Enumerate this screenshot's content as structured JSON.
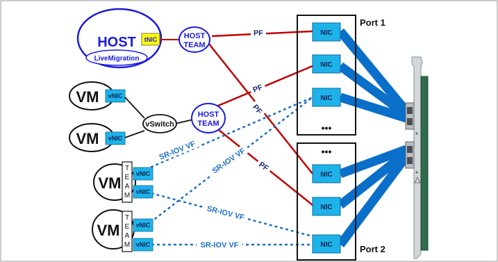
{
  "host": {
    "title": "HOST",
    "live_migration_label": "LiveMigration",
    "tnic_label": "tNIC"
  },
  "host_team_top": {
    "line1": "HOST",
    "line2": "TEAM"
  },
  "host_team_mid": {
    "line1": "HOST",
    "line2": "TEAM"
  },
  "vswitch_label": "vSwitch",
  "vms": [
    {
      "label": "VM",
      "vnic": "vNIC"
    },
    {
      "label": "VM",
      "vnic": "vNIC"
    },
    {
      "label": "VM",
      "vnics": [
        "vNIC",
        "vNIC"
      ],
      "team_letters": [
        "T",
        "E",
        "A",
        "M"
      ]
    },
    {
      "label": "VM",
      "vnics": [
        "vNIC",
        "vNIC"
      ],
      "team_letters": [
        "T",
        "E",
        "A",
        "M"
      ]
    }
  ],
  "nic_label": "NIC",
  "ports": {
    "port1": "Port 1",
    "port2": "Port 2"
  },
  "ellipsis": "•••",
  "link_labels": {
    "pf1": "PF",
    "pf2": "PF",
    "pf3": "PF",
    "pf4": "PF",
    "sriov1": "SR-IOV VF",
    "sriov2": "SR-IOV VF",
    "sriov3": "SR-IOV VF",
    "sriov4": "SR-IOV VF"
  },
  "colors": {
    "host_blue": "#1a1adf",
    "nic_cyan": "#1db3ea",
    "pf_red": "#c00000",
    "vf_blue": "#1f6fc4",
    "bundle_blue": "#0a6fc9",
    "tnic_yellow": "#ffff00"
  }
}
